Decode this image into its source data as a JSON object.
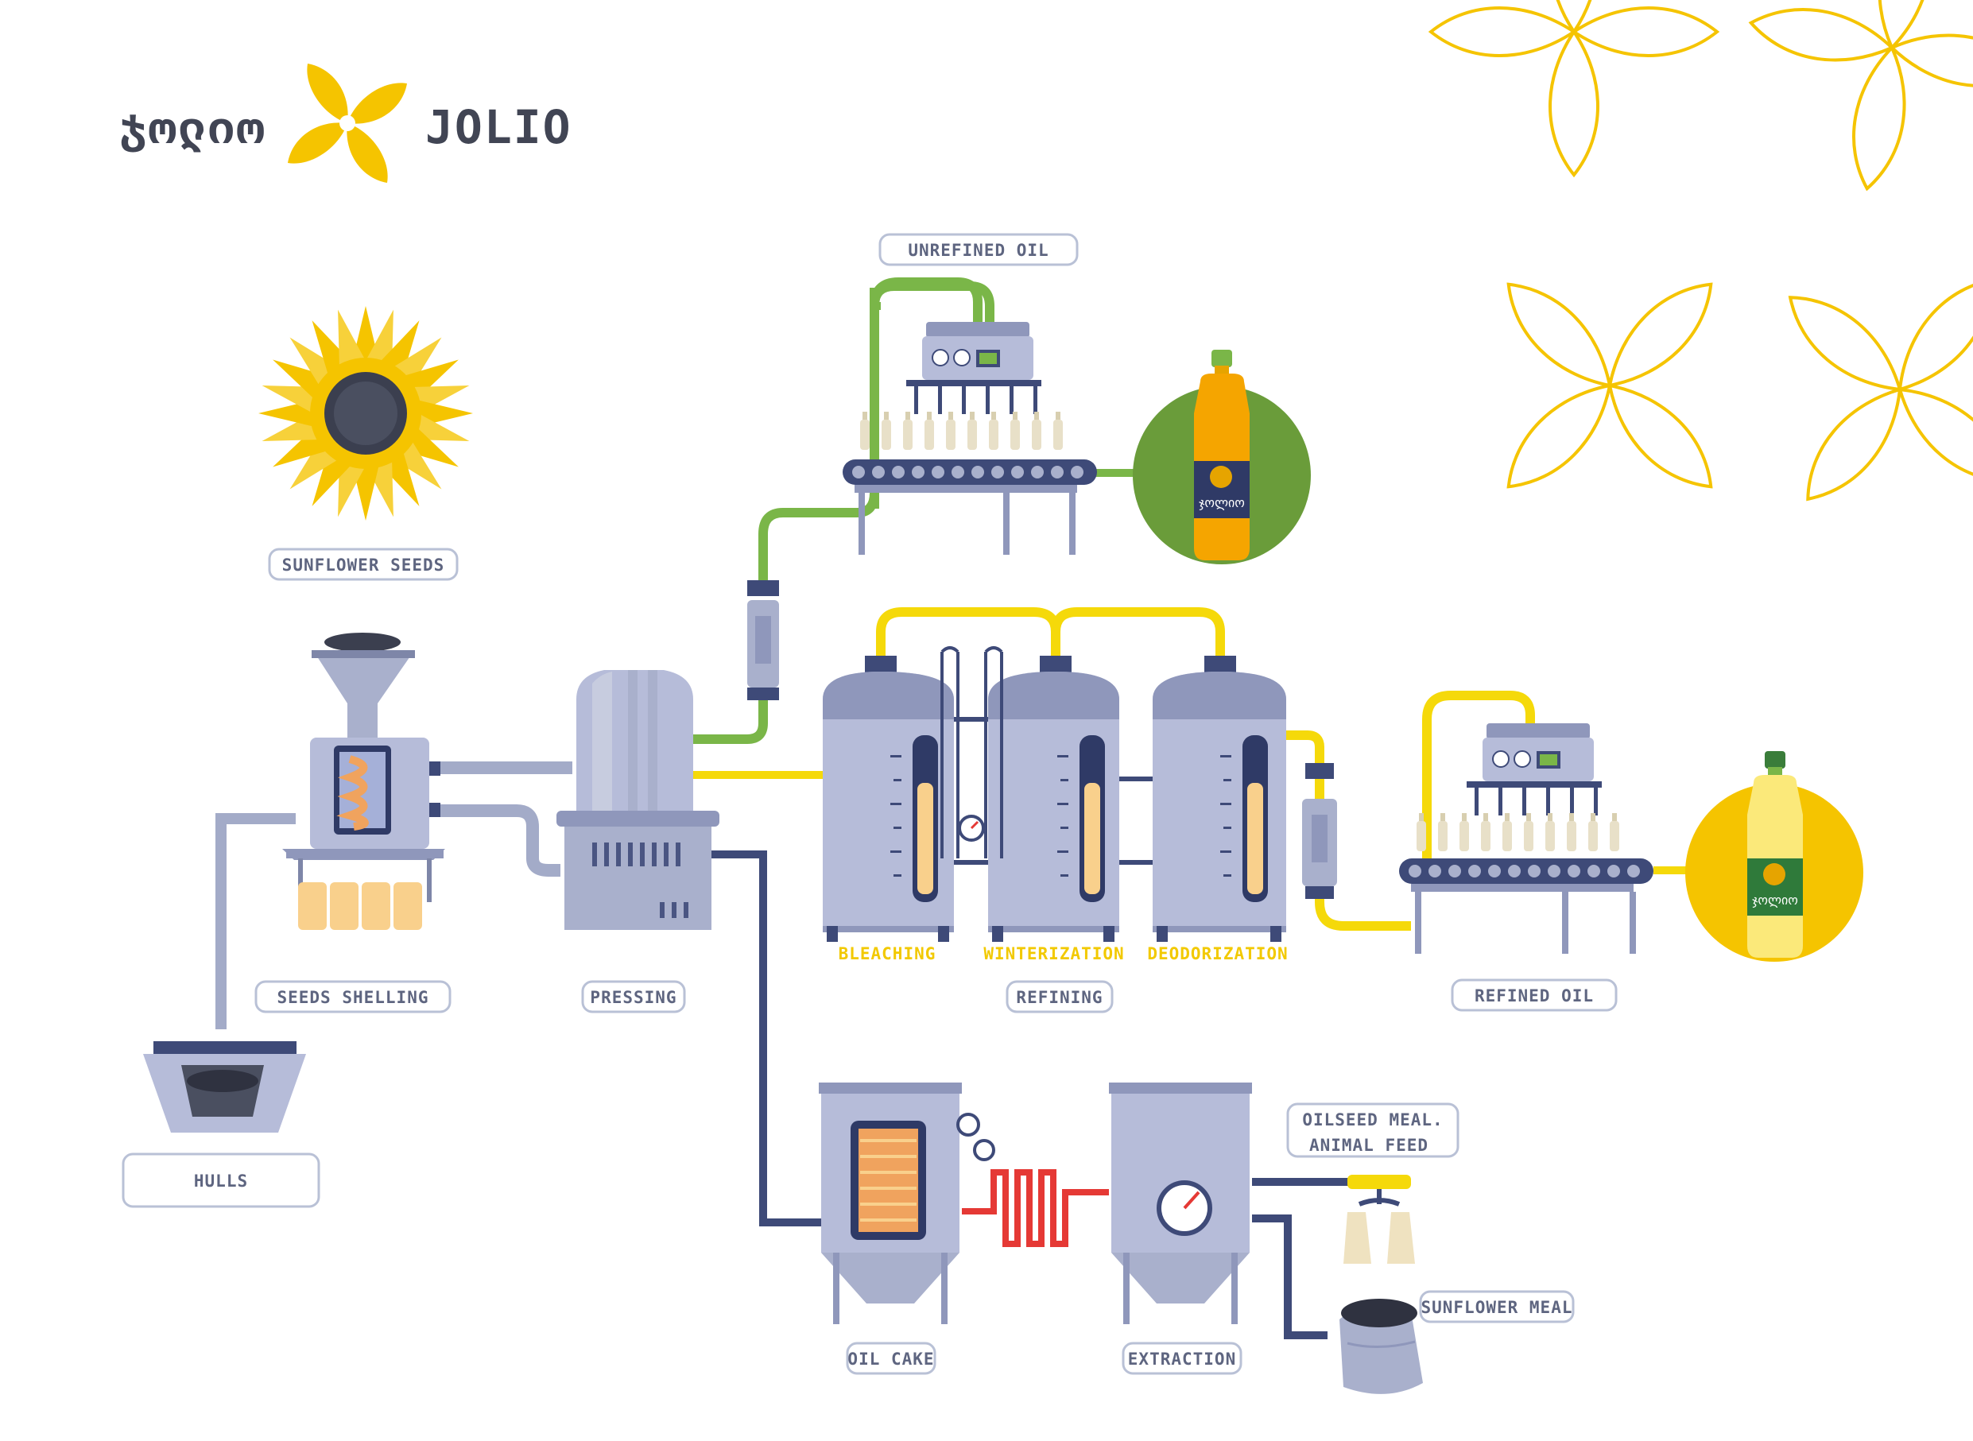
{
  "brand": {
    "name_georgian": "ჯოლიო",
    "name_latin": "JOLIO",
    "accent_color": "#f5c400",
    "ring_color_refined": "#f5c400",
    "ring_color_unrefined": "#6a9c3a"
  },
  "labels": {
    "unrefined_oil": "UNREFINED OIL",
    "sunflower_seeds": "SUNFLOWER SEEDS",
    "seeds_shelling": "SEEDS SHELLING",
    "pressing": "PRESSING",
    "hulls": "HULLS",
    "bleaching": "BLEACHING",
    "winterization": "WINTERIZATION",
    "deodorization": "DEODORIZATION",
    "refining": "REFINING",
    "refined_oil": "REFINED OIL",
    "oil_cake": "OIL CAKE",
    "extraction": "EXTRACTION",
    "oilseed_meal_line1": "OILSEED MEAL.",
    "oilseed_meal_line2": "ANIMAL FEED",
    "sunflower_meal": "SUNFLOWER MEAL"
  },
  "pipe_colors": {
    "unrefined": "#7ab648",
    "refined": "#f5d90a",
    "cake": "#3e4a78",
    "heat": "#e53935",
    "grey": "#a3abc8"
  },
  "icons": [
    "sunflower-icon",
    "logo-flower-icon",
    "bottle-icon",
    "gauge-icon",
    "sack-icon"
  ]
}
